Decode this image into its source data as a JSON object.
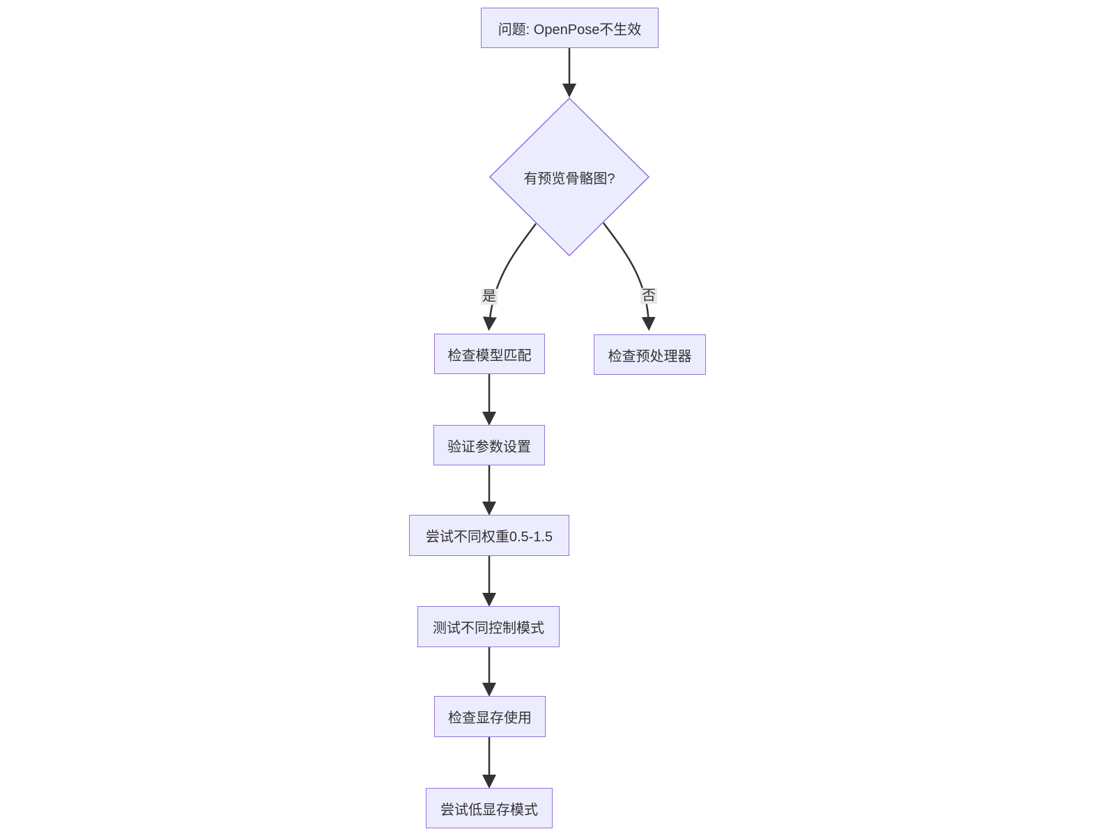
{
  "diagram": {
    "type": "flowchart",
    "direction": "top-down",
    "nodes": {
      "problem": {
        "label": "问题: OpenPose不生效",
        "shape": "rect"
      },
      "decision": {
        "label": "有预览骨骼图?",
        "shape": "diamond"
      },
      "check_model": {
        "label": "检查模型匹配",
        "shape": "rect"
      },
      "check_preprocessor": {
        "label": "检查预处理器",
        "shape": "rect"
      },
      "verify_params": {
        "label": "验证参数设置",
        "shape": "rect"
      },
      "try_weights": {
        "label": "尝试不同权重0.5-1.5",
        "shape": "rect"
      },
      "test_control_modes": {
        "label": "测试不同控制模式",
        "shape": "rect"
      },
      "check_vram": {
        "label": "检查显存使用",
        "shape": "rect"
      },
      "try_lowvram": {
        "label": "尝试低显存模式",
        "shape": "rect"
      }
    },
    "edges": [
      {
        "from": "problem",
        "to": "decision",
        "label": ""
      },
      {
        "from": "decision",
        "to": "check_model",
        "label": "是"
      },
      {
        "from": "decision",
        "to": "check_preprocessor",
        "label": "否"
      },
      {
        "from": "check_model",
        "to": "verify_params",
        "label": ""
      },
      {
        "from": "verify_params",
        "to": "try_weights",
        "label": ""
      },
      {
        "from": "try_weights",
        "to": "test_control_modes",
        "label": ""
      },
      {
        "from": "test_control_modes",
        "to": "check_vram",
        "label": ""
      },
      {
        "from": "check_vram",
        "to": "try_lowvram",
        "label": ""
      }
    ],
    "colors": {
      "node_fill": "#ECECFF",
      "node_border": "#9370DB",
      "edge_line": "#333333",
      "edge_label_bg": "#e8e8e8",
      "text": "#333333"
    }
  }
}
